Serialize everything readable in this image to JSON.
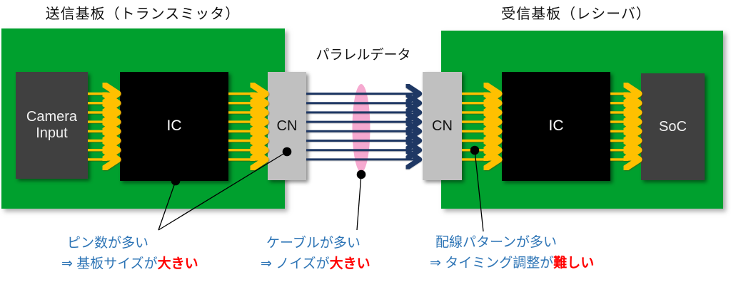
{
  "diagram": {
    "transmitter_title": "送信基板（トランスミッタ）",
    "receiver_title": "受信基板（レシーバ）",
    "parallel_data_label": "パラレルデータ",
    "blocks": {
      "camera_input": "Camera Input",
      "ic_left": "IC",
      "cn_left": "CN",
      "cn_right": "CN",
      "ic_right": "IC",
      "soc": "SoC"
    },
    "annotations": [
      {
        "line1": "ピン数が多い",
        "line2_prefix": "⇒ 基板サイズが",
        "line2_em": "大きい"
      },
      {
        "line1": "ケーブルが多い",
        "line2_prefix": "⇒ ノイズが",
        "line2_em": "大きい"
      },
      {
        "line1": "配線パターンが多い",
        "line2_prefix": "⇒ タイミング調整が",
        "line2_em": "難しい"
      }
    ],
    "colors": {
      "board_green": "#00A02E",
      "cable_navy": "#1F3864",
      "arrow_yellow": "#FFC000",
      "highlight_pink": "#F5A0CB",
      "annotation_blue": "#2E75B6",
      "emphasis_red": "#FF0000",
      "callout_black": "#000000"
    }
  }
}
